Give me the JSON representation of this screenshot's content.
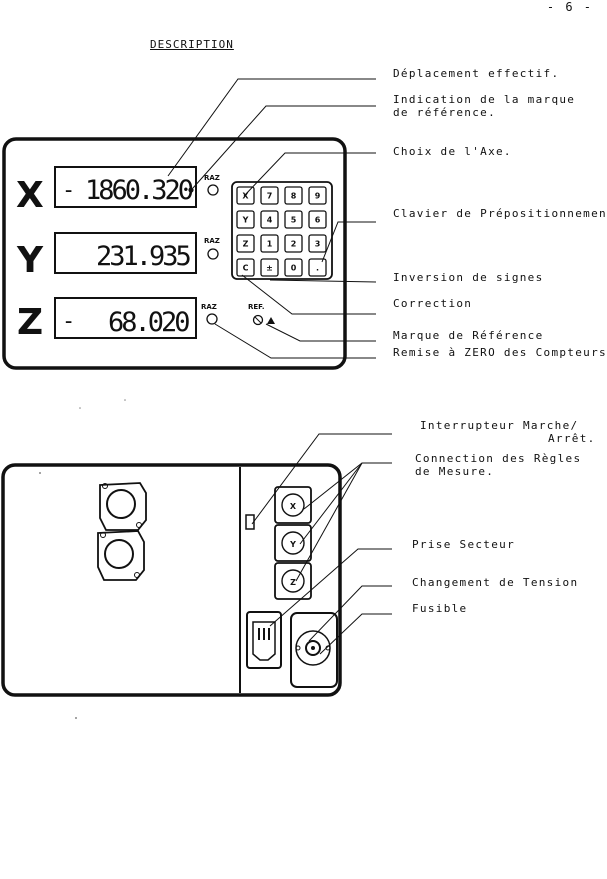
{
  "page": {
    "number": "- 6 -",
    "heading": "DESCRIPTION"
  },
  "front_panel": {
    "axes": [
      {
        "letter": "X",
        "sign": "-",
        "value": "1860.320",
        "raz": "RAZ"
      },
      {
        "letter": "Y",
        "sign": "",
        "value": "231.935",
        "raz": "RAZ"
      },
      {
        "letter": "Z",
        "sign": "-",
        "value": "68.020",
        "raz": "RAZ"
      }
    ],
    "keypad": [
      "X",
      "7",
      "8",
      "9",
      "Y",
      "4",
      "5",
      "6",
      "Z",
      "1",
      "2",
      "3",
      "C",
      "±",
      "0",
      "."
    ],
    "ref_label": "REF."
  },
  "front_labels": [
    "Déplacement effectif.",
    "Indication de la marque",
    "de référence.",
    "Choix de l'Axe.",
    "Clavier de Prépositionnement",
    "Inversion de signes",
    "Correction",
    "Marque de Référence",
    "Remise à ZERO des Compteurs"
  ],
  "rear_panel": {
    "connectors": [
      "X",
      "Y",
      "Z"
    ]
  },
  "rear_labels": [
    "Interrupteur Marche/",
    "Arrêt.",
    "Connection des Règles",
    "de Mesure.",
    "Prise Secteur",
    "Changement de Tension",
    "Fusible"
  ]
}
